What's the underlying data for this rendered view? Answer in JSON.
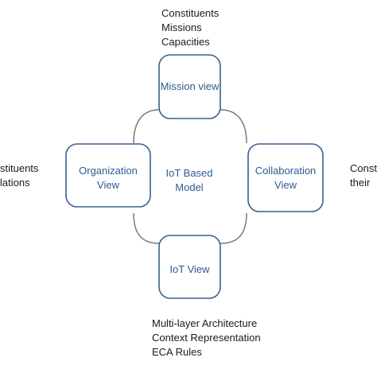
{
  "diagram": {
    "center": {
      "line1": "IoT  Based",
      "line2": "Model"
    },
    "mission_view": {
      "label": "Mission view"
    },
    "organization_view": {
      "line1": "Organization",
      "line2": "View"
    },
    "collaboration_view": {
      "line1": "Collaboration",
      "line2": "View"
    },
    "iot_view": {
      "label": "IoT View"
    },
    "top_note": [
      "Constituents",
      "Missions",
      "Capacities"
    ],
    "left_note": [
      "stituents",
      "lations"
    ],
    "right_note": [
      "Const",
      "their"
    ],
    "bottom_note": [
      "Multi-layer Architecture",
      "Context Representation",
      "ECA Rules"
    ],
    "colors": {
      "box_stroke": "#3b5f8f",
      "label_text": "#2e5a8f",
      "connector": "#7a7a7a",
      "note_text": "#1a1a1a"
    }
  }
}
